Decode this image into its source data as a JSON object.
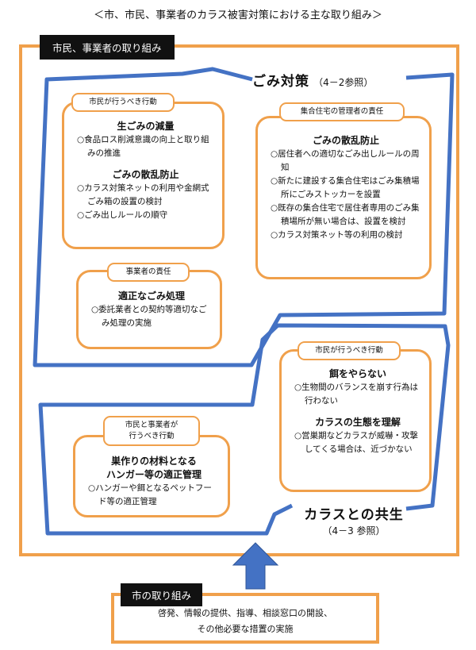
{
  "title": "＜市、市民、事業者のカラス被害対策における主な取り組み＞",
  "citizens_business_label": "市民、事業者の取り組み",
  "garbage": {
    "title": "ごみ対策",
    "ref": "（4－2参照）"
  },
  "box_citizen_garbage": {
    "tag": "市民が行うべき行動",
    "head1": "生ごみの減量",
    "items1": [
      "○食品ロス削減意識の向上と取り組みの推進"
    ],
    "head2": "ごみの散乱防止",
    "items2": [
      "○カラス対策ネットの利用や金網式ごみ箱の設置の検討",
      "○ごみ出しルールの順守"
    ]
  },
  "box_apartment": {
    "tag": "集合住宅の管理者の責任",
    "head": "ごみの散乱防止",
    "items": [
      "○居住者への適切なごみ出しルールの周知",
      "○新たに建設する集合住宅はごみ集積場所にごみストッカーを設置",
      "○既存の集合住宅で居住者専用のごみ集積場所が無い場合は、設置を検討",
      "○カラス対策ネット等の利用の検討"
    ]
  },
  "box_business": {
    "tag": "事業者の責任",
    "head": "適正なごみ処理",
    "items": [
      "○委託業者との契約等適切なごみ処理の実施"
    ]
  },
  "box_citizen_coexist": {
    "tag": "市民が行うべき行動",
    "head1": "餌をやらない",
    "items1": [
      "○生物間のバランスを崩す行為は行わない"
    ],
    "head2": "カラスの生態を理解",
    "items2": [
      "○営巣期などカラスが威嚇・攻撃してくる場合は、近づかない"
    ]
  },
  "box_nest": {
    "tag_line1": "市民と事業者が",
    "tag_line2": "行うべき行動",
    "head_line1": "巣作りの材料となる",
    "head_line2": "ハンガー等の適正管理",
    "items": [
      "○ハンガーや餌となるペットフード等の適正管理"
    ]
  },
  "coexist": {
    "title": "カラスとの共生",
    "ref": "（4－3 参照）"
  },
  "city": {
    "label": "市の取り組み",
    "line1": "啓発、情報の提供、指導、相談窓口の開設、",
    "line2": "その他必要な措置の実施"
  },
  "colors": {
    "orange": "#F0A04B",
    "blue": "#4472C4",
    "black": "#111111"
  }
}
